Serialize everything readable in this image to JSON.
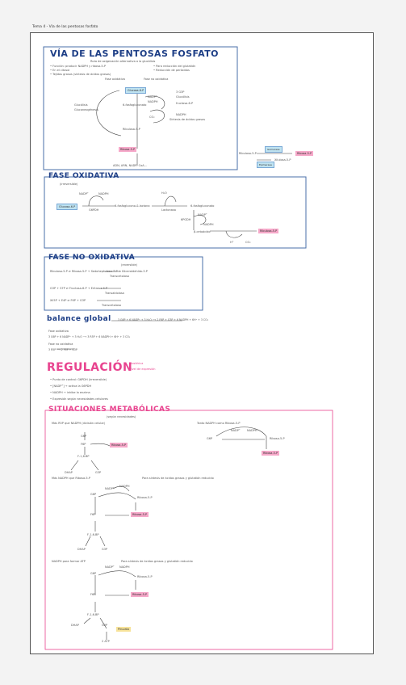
{
  "header": {
    "title": "Tema 4 - Vía de las pentosas fosfato"
  },
  "s1": {
    "title": "VÍA DE LAS PENTOSAS FOSFATO",
    "subtitle": "Ruta de oxigenación alternativa a la glucólisis",
    "bullets": [
      "• Función: producir NADPH y ribosa-5-P",
      "• En el citosol",
      "• Tejidos grasos (síntesis de ácidos grasos)"
    ],
    "right_bullets": [
      "• Para reducción del glutatión",
      "• Reducción de peróxidos"
    ],
    "phase_ox": "Fase oxidativa",
    "phase_nonox": "Fase no oxidativa",
    "nodes": {
      "g6p": "Glucosa-6-P",
      "pgl": "6-fosfogluconato",
      "ru5p": "Ribulosa-5-P",
      "r5p": "Ribosa-5-P",
      "nadph": "NADPH",
      "nadp": "NADP⁺",
      "co2": "CO₂"
    },
    "side": [
      "Glucólisis",
      "Gluconeogénesis"
    ],
    "right_side": [
      "3 G3P",
      "Glucólisis",
      "fructosa-6-P",
      "NADPH",
      "Síntesis de ácidos grasos"
    ],
    "products": "ADN, ARN, NADP, CoA...",
    "outer": {
      "ribulosa": "Ribulosa-5-P",
      "isomerasa": "Isomerasa",
      "epimerasa": "Epimerasa",
      "xilulosa": "Xilulosa-5-P",
      "ribosa": "Ribosa-5-P"
    }
  },
  "s2": {
    "title": "FASE OXIDATIVA",
    "subtitle": "(irreversible)",
    "g6p": "Glucosa-6-P",
    "items": [
      "NADP⁺",
      "NADPH",
      "G6PDH",
      "6-fosfoglucono-δ-lactona",
      "H₂O",
      "Lactonasa",
      "6-fosfogluconato",
      "NADP⁺",
      "NADPH",
      "6PGDH",
      "β-cetoácido",
      "CO₂",
      "H⁺"
    ],
    "ru5p": "Ribulosa-5-P"
  },
  "s3": {
    "title": "FASE NO OXIDATIVA",
    "subtitle": "(reversible)",
    "line1": "Ribulosa-5-P ⇌ Ribosa-5-P + Sedoheptulosa-7-P + Gliceraldehído-3-P",
    "line1b": "Transcetolasa",
    "line2": "G3P + S7P ⇌ Fructosa-6-P + Eritrosa-4-P",
    "line2b": "Transaldolasa",
    "line3": "Xil5P + E4P ⇌ F6P + G3P",
    "line3b": "Transcetolasa"
  },
  "s4": {
    "title": "balance global",
    "eq": "3 G6P + 6 NADP⁺ + 3 H₂O ⟶ 2 F6P + G3P + 6 NADPH + 6H⁺ + 3 CO₂",
    "sub1": "Fase oxidativa",
    "eq2": "3 G6P + 6 NADP⁺ + 3 H₂O ⟶ 3 R5P + 6 NADPH + 6H⁺ + 3 CO₂",
    "sub2": "Fase no oxidativa",
    "eq3": "3 R5P ⟶ 2 F6P + G3P"
  },
  "s5": {
    "title": "REGULACIÓN",
    "tag1": "Alostérica",
    "tag2": "Nivel de expresión",
    "lines": [
      "• Punto de control: G6PDH (irreversible)",
      "• [NADP⁺] → activa la G6PDH",
      "• NADPH → inhibe la enzima",
      "• Expresión según necesidades celulares"
    ]
  },
  "s6": {
    "title": "SITUACIONES METABÓLICAS",
    "subtitle": "(según necesidades)",
    "c1": "Más R5P que NADPH (división celular)",
    "c2": "Tanto NADPH como Ribosa-5-P",
    "c3": "Más NADPH que Ribosa-5-P",
    "c4": "NADPH para formar ATP",
    "c3note": "Para síntesis de ácidos grasos y glutatión reducido",
    "c4note": "Para síntesis de ácidos grasos y glutatión reducido",
    "nodes": {
      "g6p": "G6P",
      "f6p": "F6P",
      "fbp": "F-1,6-BP",
      "r5p": "Ribosa-5-P",
      "nadp": "NADP⁺",
      "nadph": "NADPH",
      "co2": "CO₂",
      "piruvato": "Piruvato",
      "atp": "2 ATP",
      "dhap": "DHAP",
      "g3p": "G3P"
    }
  }
}
